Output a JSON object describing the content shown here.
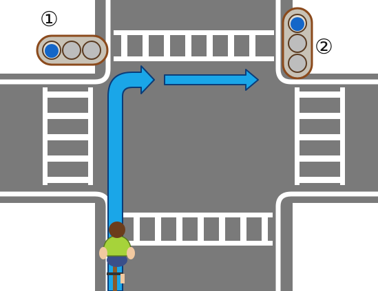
{
  "labels": {
    "signal_1": "①",
    "signal_2": "②"
  },
  "signals": [
    {
      "id": 1,
      "orientation": "horizontal",
      "lamps": [
        "blue",
        "off",
        "off"
      ]
    },
    {
      "id": 2,
      "orientation": "vertical",
      "lamps": [
        "blue",
        "off",
        "off"
      ]
    }
  ],
  "colors": {
    "road": "#7a7a7a",
    "road_marking": "#ffffff",
    "route_arrow": "#1aa6e8",
    "route_arrow_outline": "#0b3c78",
    "signal_body": "#c8c2b6",
    "signal_border": "#8b4a1c",
    "lamp_blue": "#1466c8",
    "lamp_off": "#bdbdbd",
    "cyclist_shirt": "#a6d33a",
    "cyclist_hair": "#6b3d1b",
    "cyclist_pants": "#3a4f8a"
  }
}
